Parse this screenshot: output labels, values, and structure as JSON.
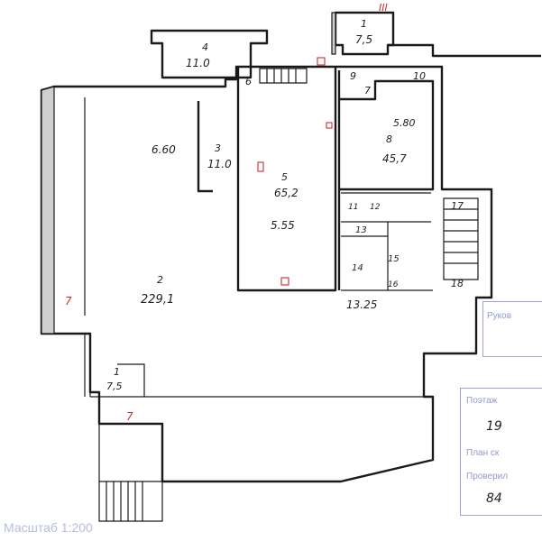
{
  "rooms": {
    "r1_top": {
      "num": "1",
      "area": "7,5"
    },
    "r4": {
      "num": "4",
      "area": "11.0"
    },
    "r6": {
      "num": "6"
    },
    "r9": {
      "num": "9"
    },
    "r10": {
      "num": "10"
    },
    "r7_small": {
      "num": "7"
    },
    "r8": {
      "num": "8",
      "area": "45,7",
      "height": "5.80"
    },
    "r3": {
      "num": "3",
      "area": "11.0"
    },
    "big_height": {
      "label": "6.60"
    },
    "r5": {
      "num": "5",
      "area": "65,2",
      "height": "5.55"
    },
    "r11": {
      "num": "11"
    },
    "r12": {
      "num": "12"
    },
    "r13": {
      "num": "13"
    },
    "r14": {
      "num": "14"
    },
    "r15": {
      "num": "15"
    },
    "r16": {
      "num": "16"
    },
    "r17": {
      "num": "17"
    },
    "r18": {
      "num": "18"
    },
    "r2": {
      "num": "2",
      "area": "229,1"
    },
    "r1_bottom": {
      "num": "1",
      "area": "7,5"
    },
    "corridor": {
      "label": "13.25"
    }
  },
  "red_marks": {
    "top_right": "III",
    "left_window": "7",
    "bottom_door": "7"
  },
  "stamp": {
    "line1": "Руков",
    "line2": "Поэтаж",
    "line3": "19",
    "line4": "План ск",
    "line5": "Проверил",
    "line6": "84"
  },
  "scale_label": "Масштаб 1:200"
}
